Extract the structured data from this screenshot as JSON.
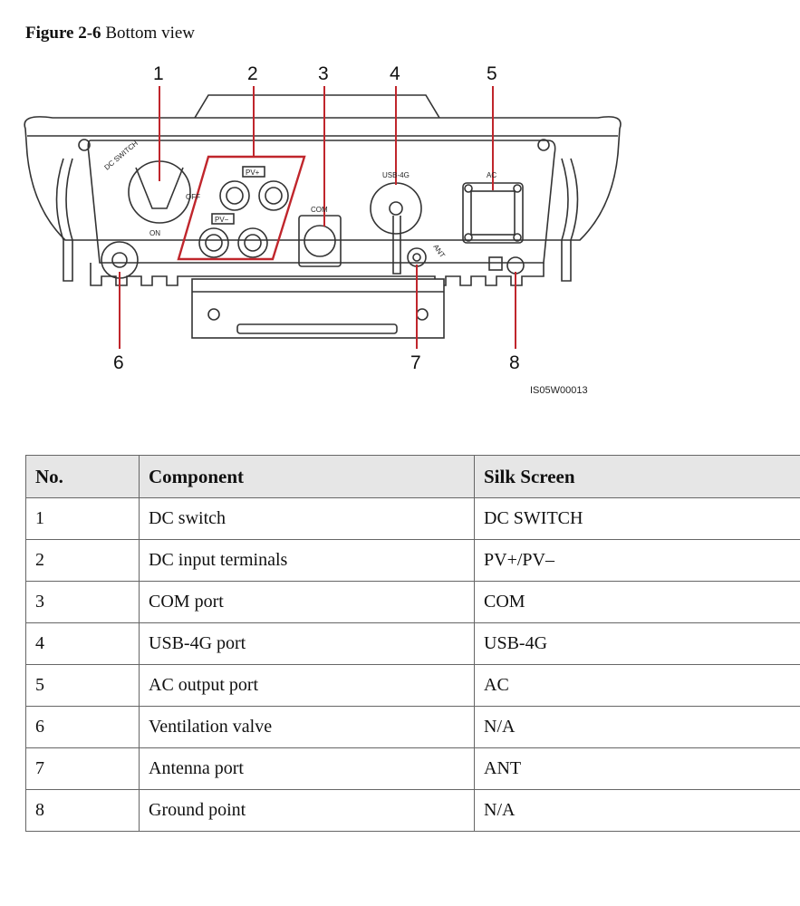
{
  "caption": {
    "figure_no": "Figure 2-6",
    "title": "Bottom view"
  },
  "diagram": {
    "callouts": [
      "1",
      "2",
      "3",
      "4",
      "5",
      "6",
      "7",
      "8"
    ],
    "silk": {
      "dc_switch": "DC SWITCH",
      "off": "OFF",
      "on": "ON",
      "pv_plus": "PV+",
      "pv_minus": "PV−",
      "com": "COM",
      "usb": "USB-4G",
      "ant": "ANT",
      "ac": "AC"
    },
    "image_id": "IS05W00013"
  },
  "table": {
    "headers": [
      "No.",
      "Component",
      "Silk Screen"
    ],
    "rows": [
      [
        "1",
        "DC switch",
        "DC SWITCH"
      ],
      [
        "2",
        "DC input terminals",
        "PV+/PV–"
      ],
      [
        "3",
        "COM port",
        "COM"
      ],
      [
        "4",
        "USB-4G port",
        "USB-4G"
      ],
      [
        "5",
        "AC output port",
        "AC"
      ],
      [
        "6",
        "Ventilation valve",
        "N/A"
      ],
      [
        "7",
        "Antenna port",
        "ANT"
      ],
      [
        "8",
        "Ground point",
        "N/A"
      ]
    ]
  },
  "colors": {
    "highlight": "#c0262c",
    "line": "#333333",
    "header_bg": "#e6e6e6"
  }
}
